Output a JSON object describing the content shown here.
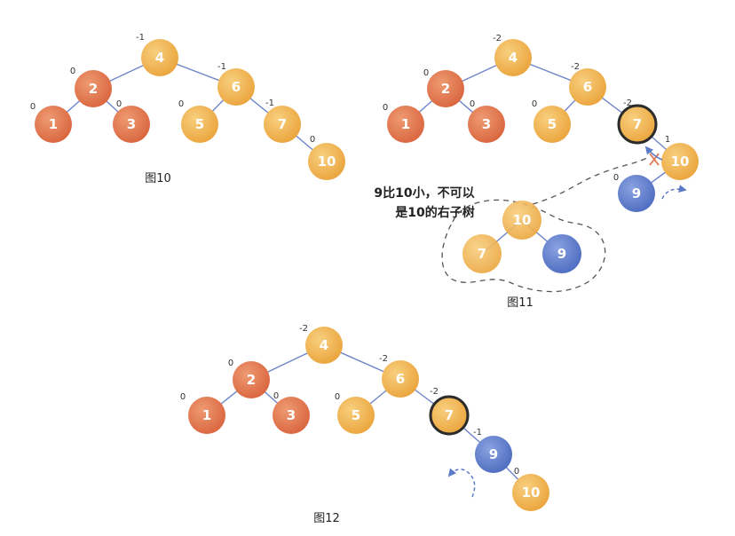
{
  "colors": {
    "orange_node": "#f2b44f",
    "red_node": "#e0744c",
    "blue_node": "#5b7bc9",
    "edge": "#6d84c8",
    "highlight_ring": "#2b2b2b",
    "dashed": "#555555"
  },
  "figures": [
    {
      "caption": "图10",
      "nodes": [
        {
          "value": "4",
          "bf": "-1",
          "color": "orange"
        },
        {
          "value": "2",
          "bf": "0",
          "color": "red"
        },
        {
          "value": "6",
          "bf": "-1",
          "color": "orange"
        },
        {
          "value": "1",
          "bf": "0",
          "color": "red"
        },
        {
          "value": "3",
          "bf": "0",
          "color": "red"
        },
        {
          "value": "5",
          "bf": "0",
          "color": "orange"
        },
        {
          "value": "7",
          "bf": "-1",
          "color": "orange"
        },
        {
          "value": "10",
          "bf": "0",
          "color": "orange"
        }
      ]
    },
    {
      "caption": "图11",
      "nodes": [
        {
          "value": "4",
          "bf": "-2",
          "color": "orange"
        },
        {
          "value": "2",
          "bf": "0",
          "color": "red"
        },
        {
          "value": "6",
          "bf": "-2",
          "color": "orange"
        },
        {
          "value": "1",
          "bf": "0",
          "color": "red"
        },
        {
          "value": "3",
          "bf": "0",
          "color": "red"
        },
        {
          "value": "5",
          "bf": "0",
          "color": "orange"
        },
        {
          "value": "7",
          "bf": "-2",
          "color": "orange",
          "highlighted": true
        },
        {
          "value": "10",
          "bf": "1",
          "color": "orange"
        },
        {
          "value": "9",
          "bf": "0",
          "color": "blue"
        }
      ],
      "note_lines": [
        "9比10小，不可以",
        "是10的右子树"
      ],
      "inset_nodes": [
        {
          "value": "10",
          "color": "orange"
        },
        {
          "value": "7",
          "color": "orange"
        },
        {
          "value": "9",
          "color": "blue"
        }
      ]
    },
    {
      "caption": "图12",
      "nodes": [
        {
          "value": "4",
          "bf": "-2",
          "color": "orange"
        },
        {
          "value": "2",
          "bf": "0",
          "color": "red"
        },
        {
          "value": "6",
          "bf": "-2",
          "color": "orange"
        },
        {
          "value": "1",
          "bf": "0",
          "color": "red"
        },
        {
          "value": "3",
          "bf": "0",
          "color": "red"
        },
        {
          "value": "5",
          "bf": "0",
          "color": "orange"
        },
        {
          "value": "7",
          "bf": "-2",
          "color": "orange",
          "highlighted": true
        },
        {
          "value": "9",
          "bf": "-1",
          "color": "blue"
        },
        {
          "value": "10",
          "bf": "0",
          "color": "orange"
        }
      ]
    }
  ]
}
